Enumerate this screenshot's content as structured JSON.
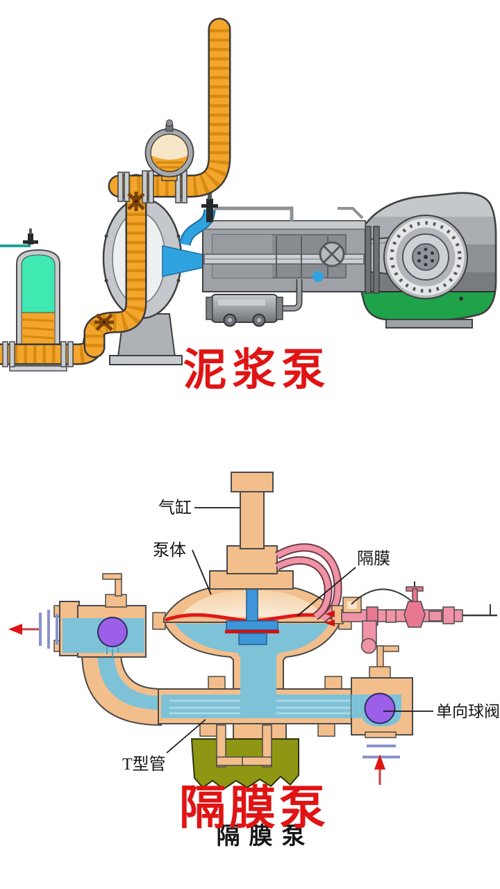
{
  "page": {
    "background": "#ffffff"
  },
  "mud_pump_section": {
    "title": "泥浆泵",
    "title_color": "#E01414"
  },
  "diaphragm_pump_section": {
    "title": "隔膜泵",
    "title_color": "#E01414",
    "watermark": "隔膜泵",
    "labels": {
      "air_cylinder": "气缸",
      "pump_body": "泵体",
      "diaphragm": "隔膜",
      "one_way_ball_valve": "单向球阀",
      "t_pipe": "T型管"
    }
  },
  "colors": {
    "pipe_orange": "#F3A52C",
    "pipe_rib": "#D4880E",
    "slurry_green": "#3FE9B1",
    "impeller_blue": "#2FA3E0",
    "oil_green": "#1FA34A",
    "machine_gray": "#9EA2A6",
    "body_tan": "#F2BE8C",
    "fluid_blue": "#7EC2D8",
    "air_pink": "#F093A6",
    "ball_purple": "#9B5FE8",
    "diaphragm_red": "#E01818",
    "mount_olive": "#8E9614",
    "title_red": "#E01414"
  }
}
